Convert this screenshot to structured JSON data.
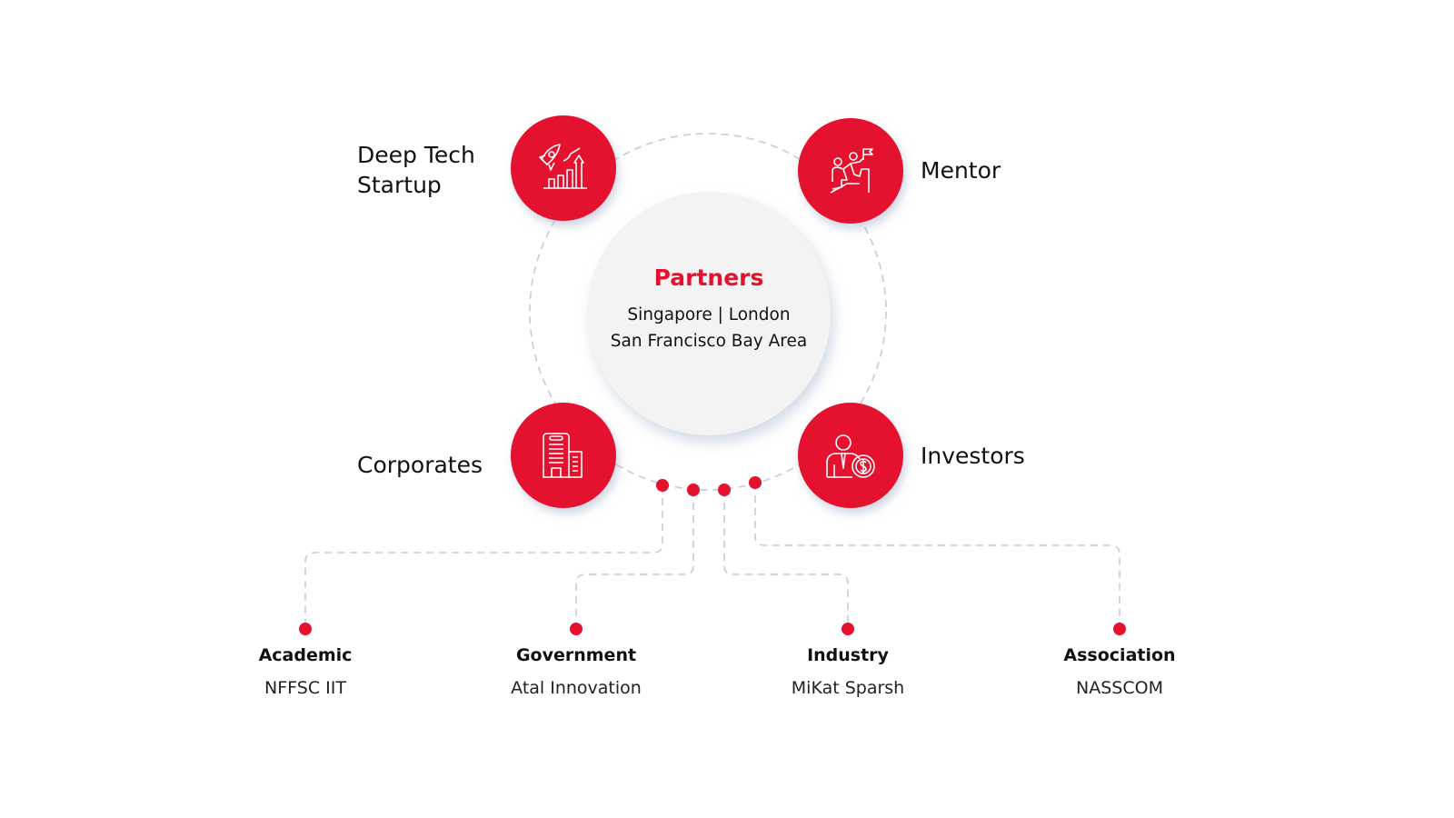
{
  "center": {
    "title": "Partners",
    "line1": "Singapore | London",
    "line2": "San Francisco Bay Area"
  },
  "nodes": [
    {
      "label_line1": "Deep Tech",
      "label_line2": "Startup",
      "icon": "rocket-growth-icon"
    },
    {
      "label": "Mentor",
      "icon": "mentor-climb-icon"
    },
    {
      "label": "Corporates",
      "icon": "building-icon"
    },
    {
      "label": "Investors",
      "icon": "investor-icon"
    }
  ],
  "categories": [
    {
      "title": "Academic",
      "name": "NFFSC IIT"
    },
    {
      "title": "Government",
      "name": "Atal Innovation"
    },
    {
      "title": "Industry",
      "name": "MiKat Sparsh"
    },
    {
      "title": "Association",
      "name": "NASSCOM"
    }
  ],
  "colors": {
    "accent": "#e4122f",
    "line": "#c3ccd8",
    "center_bg": "#f3f3f3"
  }
}
